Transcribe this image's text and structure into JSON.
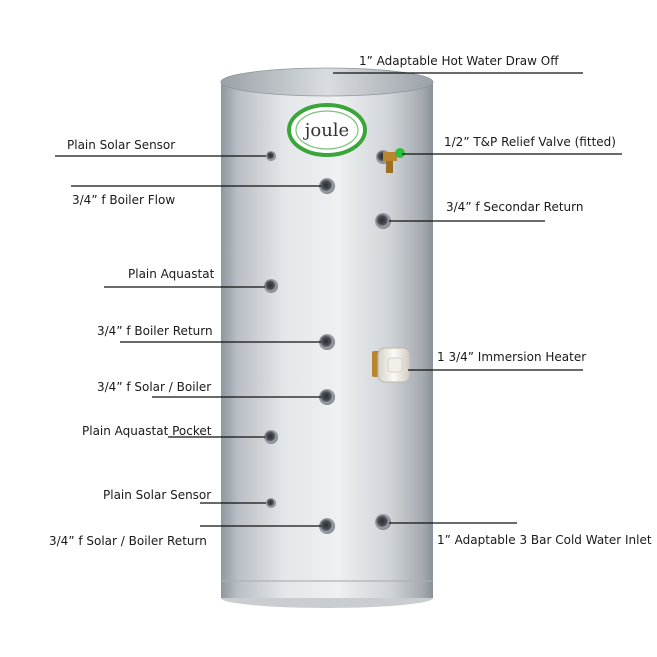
{
  "product": {
    "brand": "joule",
    "colors": {
      "body_light": "#eef0f2",
      "body_mid": "#c6cbd0",
      "body_dark": "#8f969d",
      "logo_green": "#3aa63a",
      "valve_brass": "#b8862f",
      "valve_cap": "#2fbf3a"
    }
  },
  "labels": {
    "hot_draw_off": "1” Adaptable Hot Water Draw Off",
    "tp_relief": "1/2” T&P Relief Valve (fitted)",
    "secondary_return": "3/4” f Secondar Return",
    "immersion_heater": "1 3/4” Immersion Heater",
    "cold_inlet": "1” Adaptable 3 Bar Cold Water Inlet",
    "solar_sensor_top": "Plain Solar Sensor",
    "boiler_flow": "3/4” f Boiler Flow",
    "aquastat": "Plain Aquastat",
    "boiler_return": "3/4” f Boiler Return",
    "solar_boiler": "3/4” f Solar / Boiler",
    "aquastat_pocket": "Plain Aquastat Pocket",
    "solar_sensor_bottom": "Plain Solar Sensor",
    "solar_boiler_return": "3/4” f Solar / Boiler Return"
  }
}
